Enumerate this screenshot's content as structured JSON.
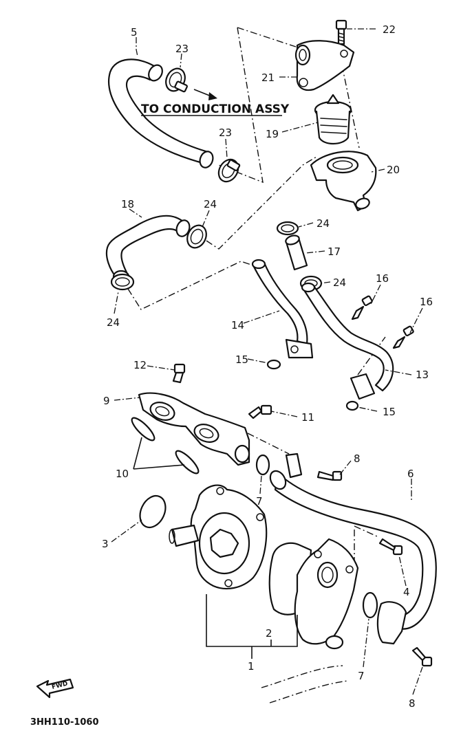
{
  "annotation": "TO CONDUCTION ASSY",
  "diagram_code": "3HH110-1060",
  "fwd_label": "FWD",
  "callouts": {
    "c1": "1",
    "c2": "2",
    "c3": "3",
    "c4": "4",
    "c5": "5",
    "c6": "6",
    "c7a": "7",
    "c7b": "7",
    "c8a": "8",
    "c8b": "8",
    "c9": "9",
    "c10": "10",
    "c11": "11",
    "c12": "12",
    "c13": "13",
    "c14": "14",
    "c15a": "15",
    "c15b": "15",
    "c16a": "16",
    "c16b": "16",
    "c17": "17",
    "c18": "18",
    "c19": "19",
    "c20": "20",
    "c21": "21",
    "c22": "22",
    "c23a": "23",
    "c23b": "23",
    "c24a": "24",
    "c24b": "24",
    "c24c": "24",
    "c24d": "24"
  }
}
